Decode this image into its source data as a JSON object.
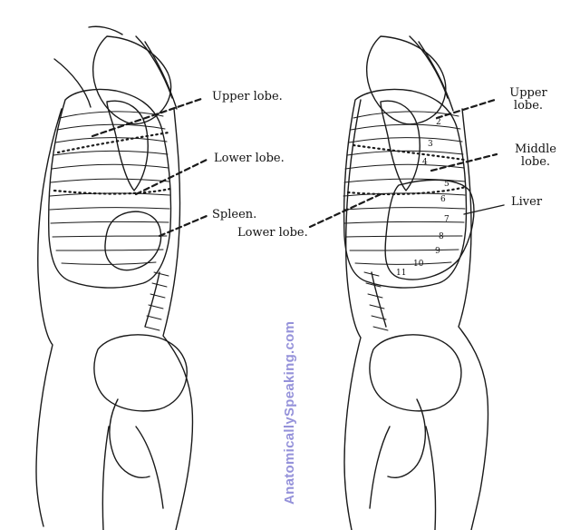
{
  "labels": {
    "left_upper_lobe": "Upper lobe.",
    "left_lower_lobe": "Lower lobe.",
    "spleen": "Spleen.",
    "right_lower_lobe": "Lower lobe.",
    "right_upper_lobe_line1": "Upper",
    "right_upper_lobe_line2": "lobe.",
    "right_middle_lobe_line1": "Middle",
    "right_middle_lobe_line2": "lobe.",
    "liver": "Liver"
  },
  "rib_numbers": [
    "2",
    "3",
    "4",
    "5",
    "6",
    "7",
    "8",
    "9",
    "10",
    "11"
  ],
  "watermark": "AnatomicallySpeaking.com"
}
